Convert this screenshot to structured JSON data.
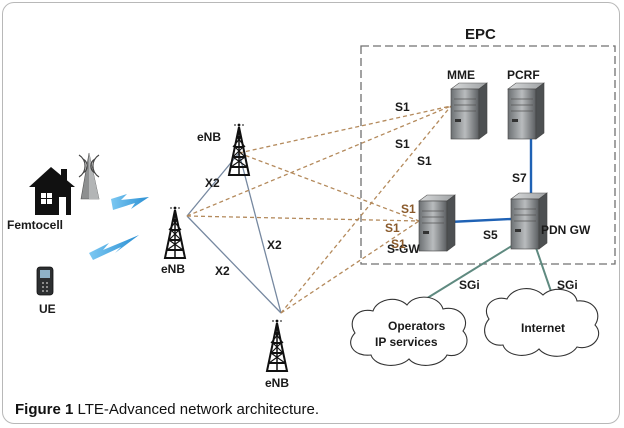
{
  "diagram": {
    "epc_title": "EPC",
    "nodes": {
      "mme": "MME",
      "pcrf": "PCRF",
      "sgw": "S-GW",
      "pdngw": "PDN GW",
      "enb_top": "eNB",
      "enb_mid": "eNB",
      "enb_bottom": "eNB",
      "femtocell": "Femtocell",
      "ue": "UE",
      "cloud_ops_line1": "Operators",
      "cloud_ops_line2": "IP services",
      "cloud_internet": "Internet"
    },
    "interfaces": {
      "s1_a": "S1",
      "s1_b": "S1",
      "s1_c": "S1",
      "s1_d": "S1",
      "s1_e": "S1",
      "s1_f": "S1",
      "x2_a": "X2",
      "x2_b": "X2",
      "x2_c": "X2",
      "s5": "S5",
      "s7": "S7",
      "sgi_a": "SGi",
      "sgi_b": "SGi"
    }
  },
  "caption": {
    "label": "Figure 1",
    "text": " LTE-Advanced network architecture",
    "period": "."
  }
}
